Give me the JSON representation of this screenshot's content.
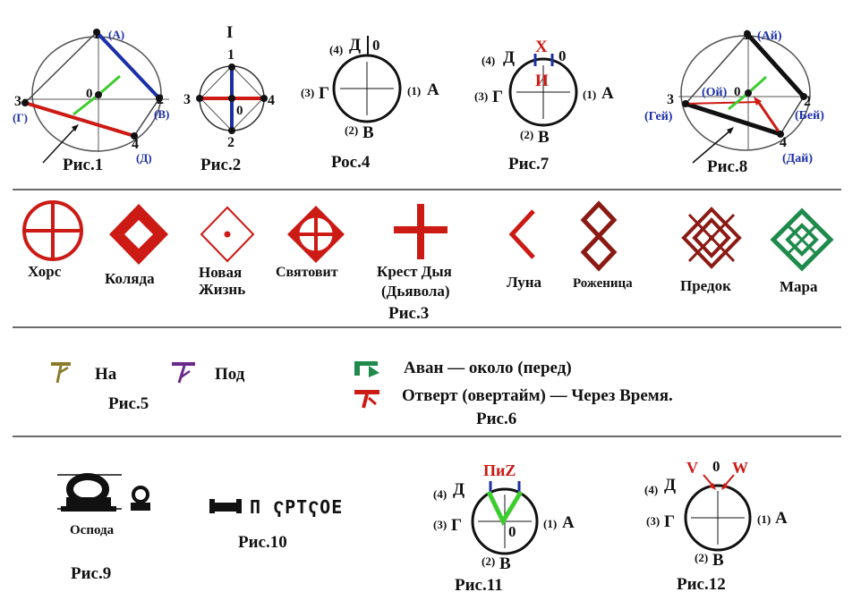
{
  "fig1": {
    "n1": "1",
    "n1s": "(А)",
    "n2": "2",
    "n2s": "(В)",
    "n3": "3",
    "n3s": "(Г)",
    "n4": "4",
    "n4s": "(Д)",
    "n0": "0",
    "caption": "Рис.1"
  },
  "fig2": {
    "top": "I",
    "n1": "1",
    "n2": "2",
    "n3": "3",
    "n4": "4",
    "n0": "0",
    "caption": "Рис.2"
  },
  "fig4": {
    "d": "Д",
    "d_num": "(4)",
    "zero": "0",
    "a": "А",
    "a_num": "(1)",
    "g": "Г",
    "g_num": "(3)",
    "v": "В",
    "v_num": "(2)",
    "caption": "Рос.4"
  },
  "fig7": {
    "d": "Д",
    "d_num": "(4)",
    "zero": "0",
    "a": "А",
    "a_num": "(1)",
    "g": "Г",
    "g_num": "(3)",
    "v": "В",
    "v_num": "(2)",
    "x": "Х",
    "i": "И",
    "caption": "Рис.7"
  },
  "fig8": {
    "n1": "1",
    "n1s": "(Ай)",
    "n2": "2",
    "n2s": "(Бей)",
    "n3": "3",
    "n3s": "(Гей)",
    "n4": "4",
    "n4s": "(Дай)",
    "oi": "(Ой)",
    "n0": "0",
    "caption": "Рис.8"
  },
  "fig3": {
    "symbols": [
      {
        "label": "Хорс"
      },
      {
        "label": "Коляда"
      },
      {
        "label1": "Новая",
        "label2": "Жизнь"
      },
      {
        "label": "Святовит"
      },
      {
        "label1": "Крест Дыя",
        "label2": "(Дьявола)"
      },
      {
        "label": "Луна"
      },
      {
        "label": "Роженица"
      },
      {
        "label": "Предок"
      },
      {
        "label": "Мара"
      }
    ],
    "caption": "Рис.3"
  },
  "fig5": {
    "na": "На",
    "pod": "Под",
    "caption": "Рис.5"
  },
  "fig6": {
    "line1": "Аван — около (перед)",
    "line2": "Отверт (овертайм) — Через Время.",
    "caption": "Рис.6"
  },
  "fig9": {
    "label": "Оспода",
    "caption": "Рис.9"
  },
  "fig10": {
    "text": "П ҀРТҀОЕ",
    "caption": "Рис.10"
  },
  "fig11": {
    "d": "Д",
    "d_num": "(4)",
    "zero": "0",
    "a": "А",
    "a_num": "(1)",
    "g": "Г",
    "g_num": "(3)",
    "v": "В",
    "v_num": "(2)",
    "top": "ПиZ",
    "caption": "Рис.11"
  },
  "fig12": {
    "d": "Д",
    "d_num": "(4)",
    "zero": "0",
    "a": "А",
    "a_num": "(1)",
    "g": "Г",
    "g_num": "(3)",
    "v": "В",
    "v_num": "(2)",
    "vl": "V",
    "wl": "W",
    "caption": "Рис.12"
  },
  "colors": {
    "red": "#cc1a14",
    "blue": "#1b2fa8",
    "green": "#3dcc2f",
    "dark_green": "#1f8a4c",
    "olive": "#8a7a2a",
    "purple": "#6a2a8c"
  }
}
